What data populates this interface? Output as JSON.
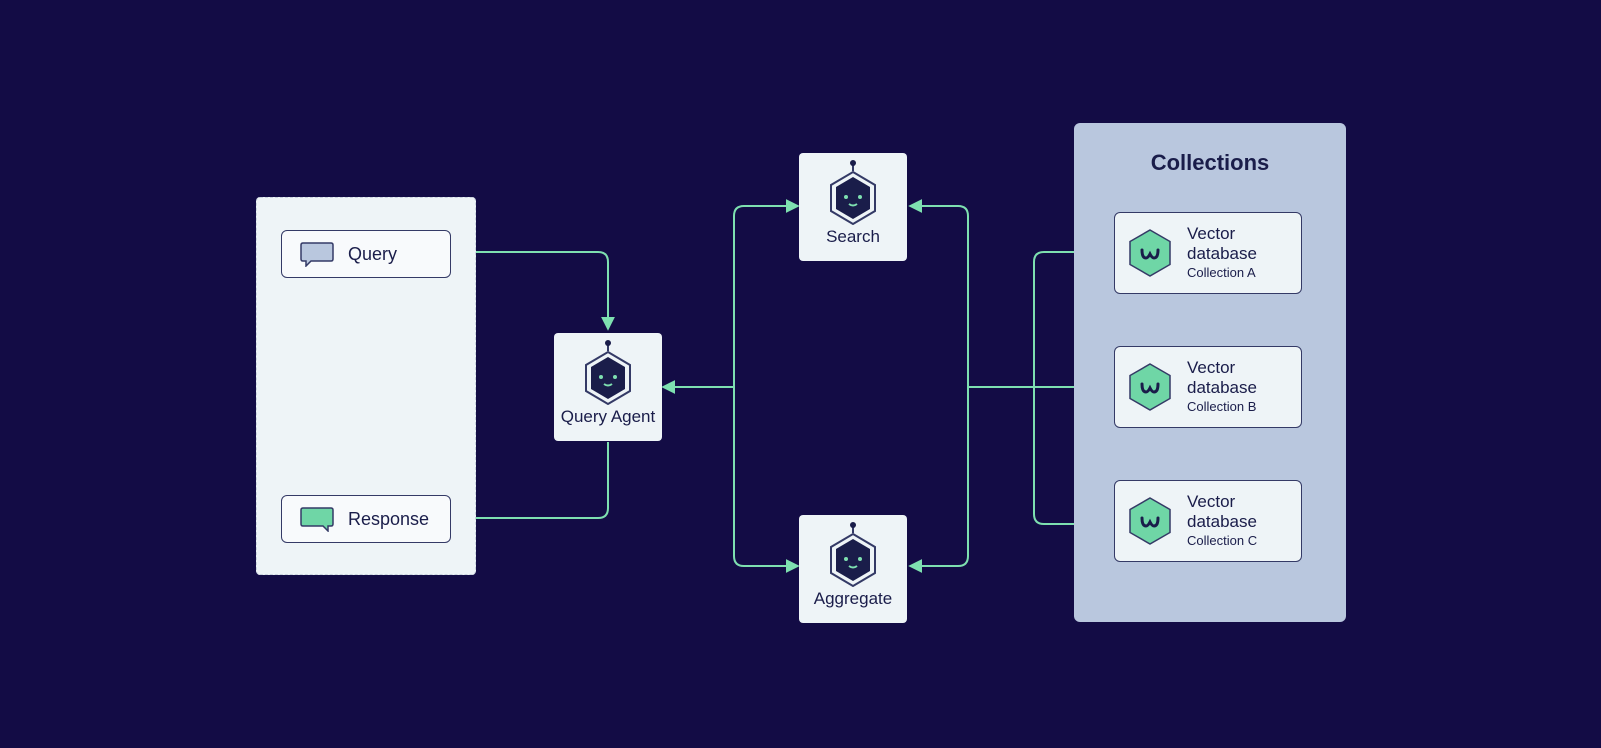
{
  "diagram": {
    "client": {
      "query_label": "Query",
      "response_label": "Response"
    },
    "agents": {
      "query_agent_label": "Query Agent",
      "search_label": "Search",
      "aggregate_label": "Aggregate"
    },
    "collections": {
      "title": "Collections",
      "items": [
        {
          "line1": "Vector",
          "line2": "database",
          "line3": "Collection A"
        },
        {
          "line1": "Vector",
          "line2": "database",
          "line3": "Collection B"
        },
        {
          "line1": "Vector",
          "line2": "database",
          "line3": "Collection C"
        }
      ]
    },
    "icons": {
      "query_bubble": "speech-bubble-icon",
      "response_bubble": "speech-bubble-icon",
      "agent": "hexagon-robot-icon",
      "database": "hexagon-database-icon"
    },
    "colors": {
      "background": "#130c45",
      "card": "#eef4f7",
      "accent_green": "#7ee0b0",
      "collections_panel": "#b9c7de",
      "ink": "#1a1d4a",
      "query_bubble": "#b9c7de",
      "response_bubble": "#6fd6a6"
    }
  }
}
